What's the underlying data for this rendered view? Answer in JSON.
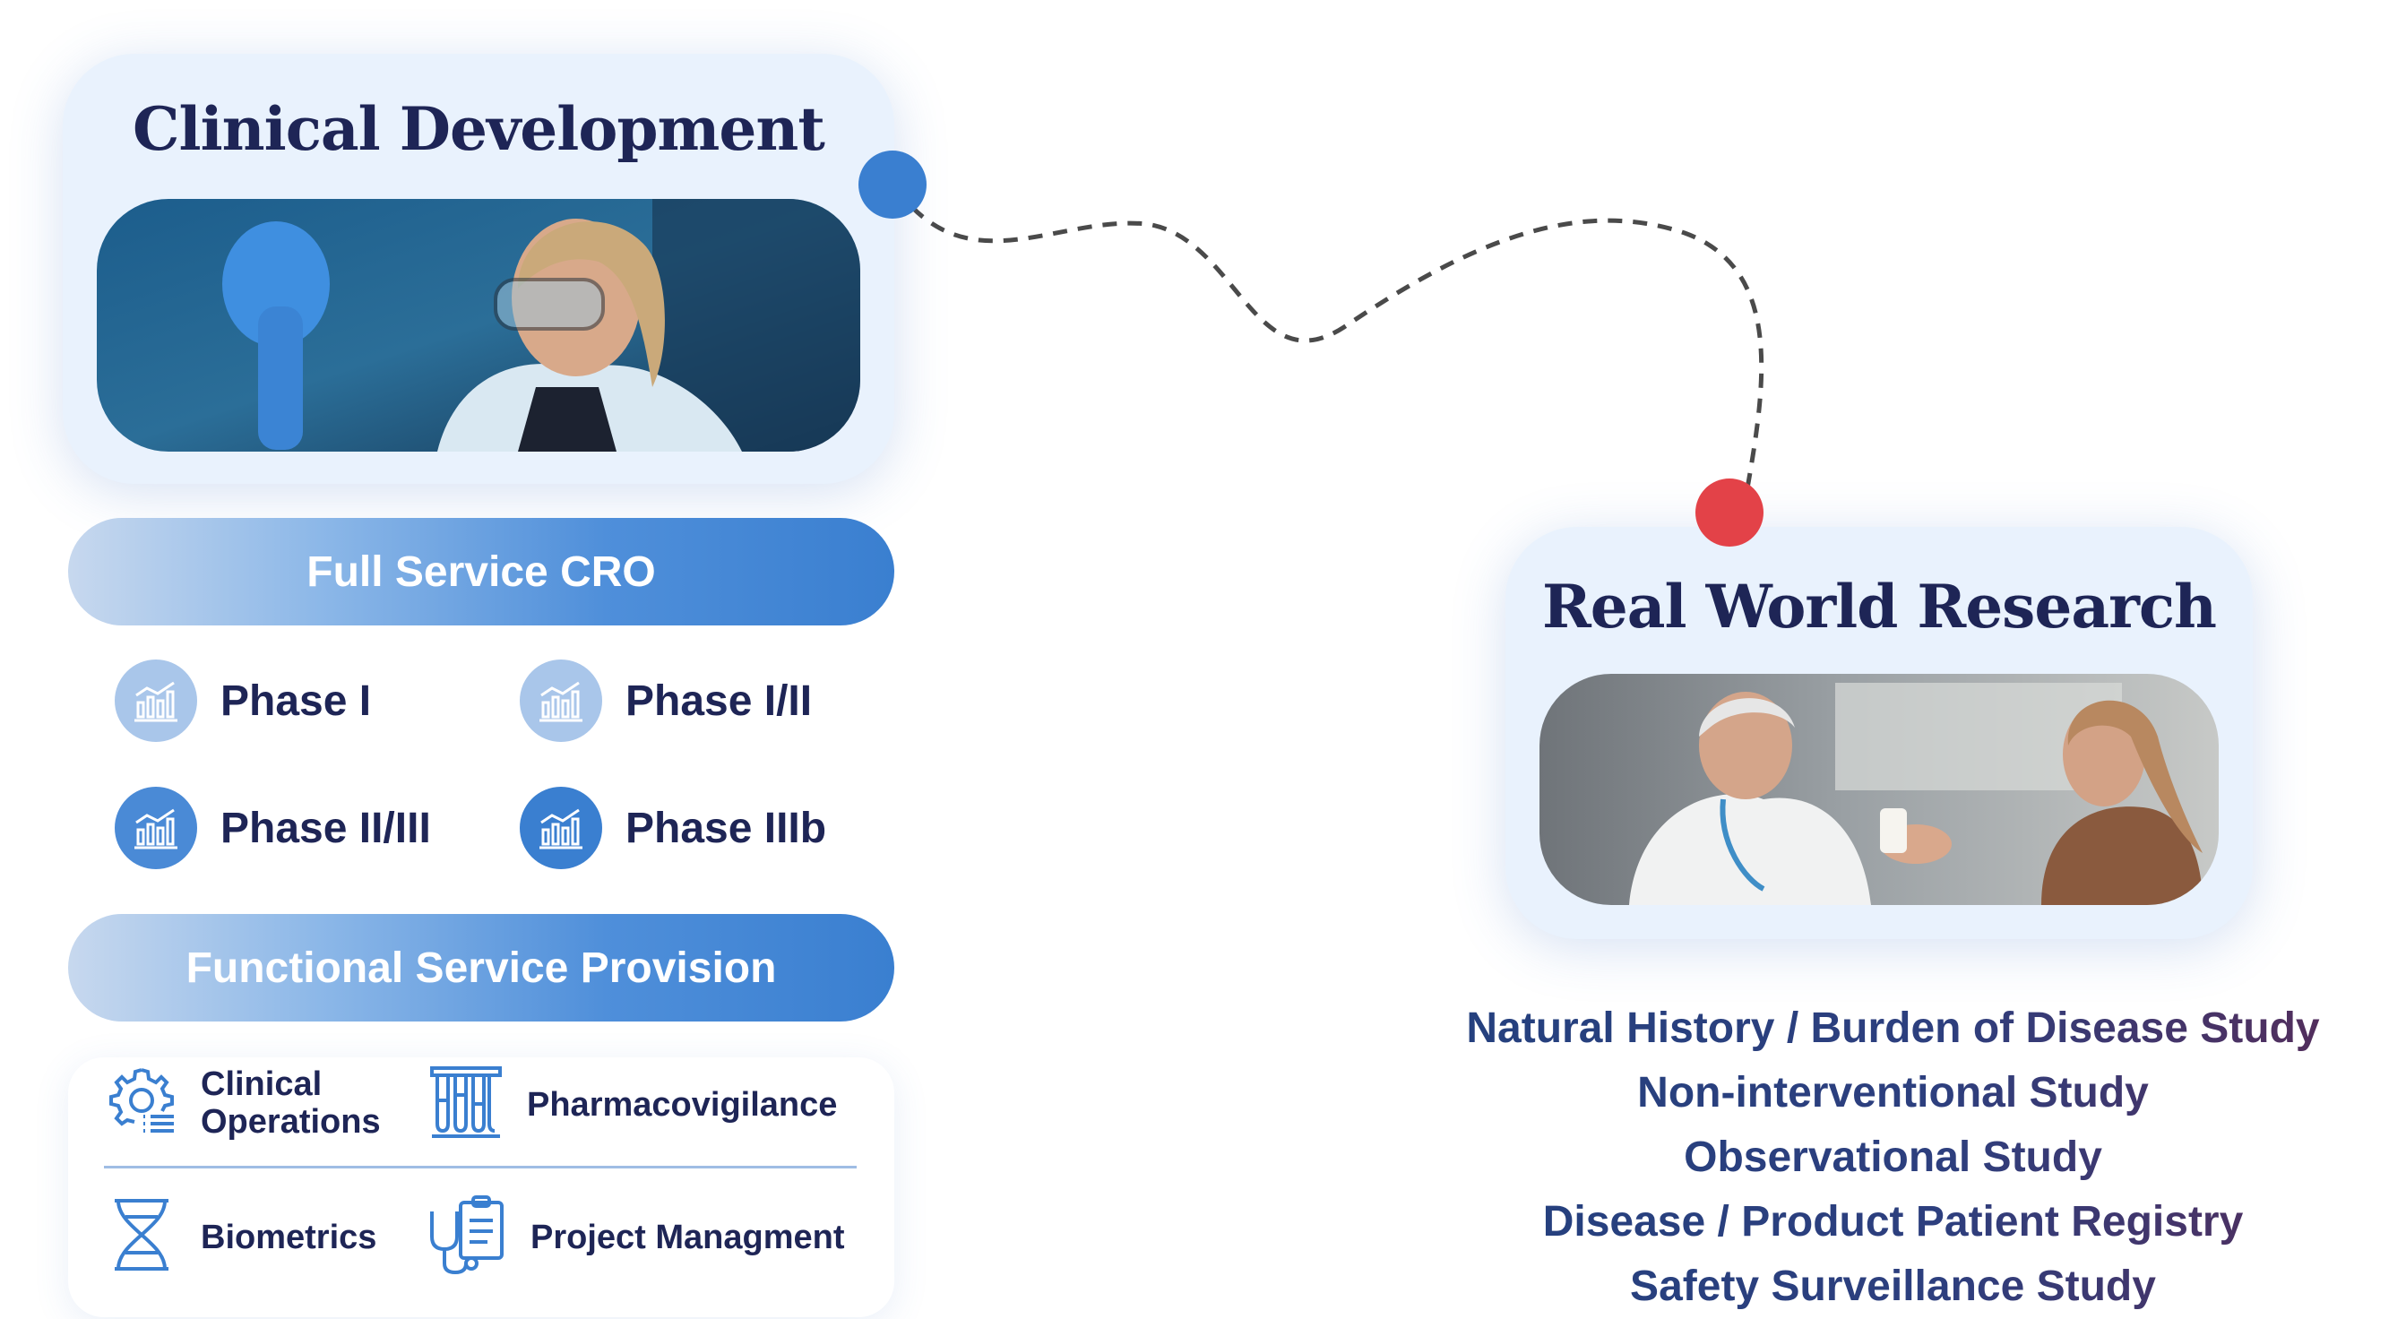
{
  "clinical_development": {
    "title": "Clinical Development",
    "full_service": {
      "heading": "Full Service CRO",
      "phases": [
        "Phase I",
        "Phase I/II",
        "Phase II/III",
        "Phase IIIb"
      ]
    },
    "functional_service": {
      "heading": "Functional Service Provision",
      "services": [
        {
          "label": "Clinical Operations",
          "icon": "gear-list-icon"
        },
        {
          "label": "Pharmacovigilance",
          "icon": "test-tubes-icon"
        },
        {
          "label": "Biometrics",
          "icon": "dna-icon"
        },
        {
          "label": "Project Managment",
          "icon": "stethoscope-clipboard-icon"
        }
      ]
    }
  },
  "real_world_research": {
    "title": "Real World Research",
    "studies": [
      "Natural History / Burden of Disease Study",
      "Non-interventional Study",
      "Observational Study",
      "Disease / Product Patient Registry",
      "Safety Surveillance Study"
    ]
  },
  "colors": {
    "navy": "#1e2556",
    "accent_blue": "#3a7fd0",
    "start_dot": "#3a7fd0",
    "end_dot": "#e34248",
    "card_bg": "#e9f2fd"
  }
}
